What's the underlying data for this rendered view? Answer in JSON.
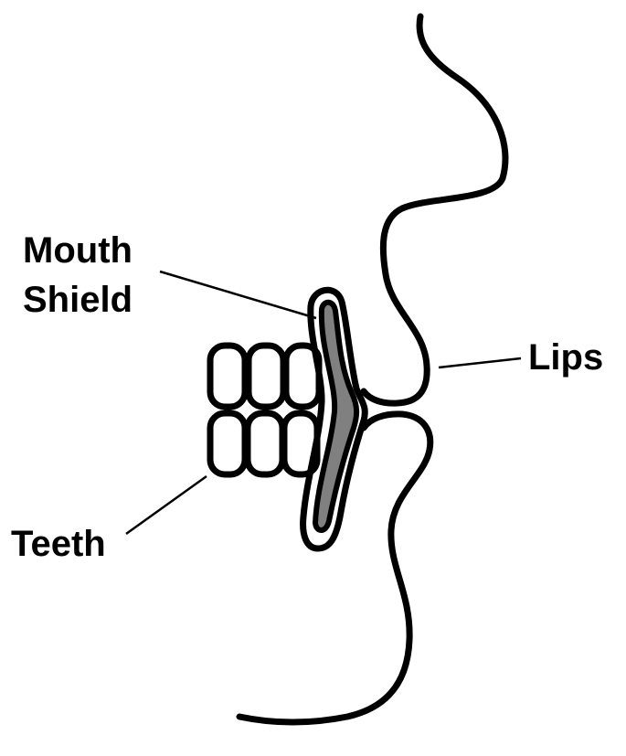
{
  "labels": {
    "mouth_shield_line1": "Mouth",
    "mouth_shield_line2": "Shield",
    "lips": "Lips",
    "teeth": "Teeth"
  },
  "colors": {
    "outline": "#000000",
    "shield_fill": "#808080",
    "background": "#ffffff"
  }
}
